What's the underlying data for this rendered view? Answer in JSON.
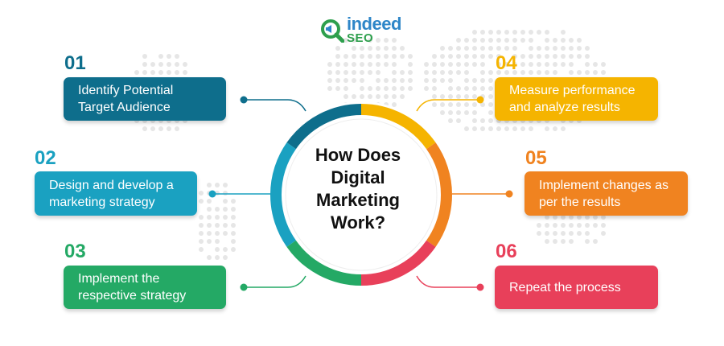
{
  "logo": {
    "word": "indeed",
    "sub": "SEO"
  },
  "center_title": "How Does\nDigital\nMarketing\nWork?",
  "colors": {
    "step1": "#0e6e8c",
    "step2": "#1aa1c1",
    "step3": "#24a965",
    "step4": "#f5b400",
    "step5": "#f08320",
    "step6": "#e8405a",
    "map_dots": "#e6e6e6"
  },
  "steps": [
    {
      "number": "01",
      "text": "Identify Potential Target Audience"
    },
    {
      "number": "02",
      "text": "Design and develop a marketing strategy"
    },
    {
      "number": "03",
      "text": "Implement the respective strategy"
    },
    {
      "number": "04",
      "text": "Measure performance and analyze results"
    },
    {
      "number": "05",
      "text": "Implement changes as per the results"
    },
    {
      "number": "06",
      "text": "Repeat the process"
    }
  ]
}
